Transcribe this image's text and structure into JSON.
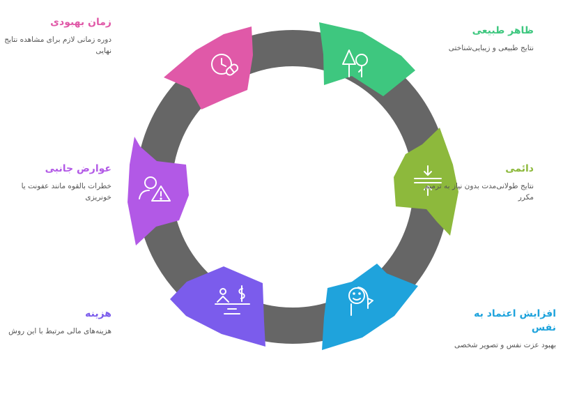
{
  "segments": [
    {
      "id": "natural",
      "title": "ظاهر طبیعی",
      "desc": "نتایج طبیعی و زیبایی‌شناختی",
      "color": "#3ec77f",
      "icon": "trees-icon"
    },
    {
      "id": "permanent",
      "title": "دائمی",
      "desc": "نتایج طولانی‌مدت بدون نیاز به ترمیم مکرر",
      "color": "#8db93c",
      "icon": "compress-icon"
    },
    {
      "id": "confidence",
      "title": "افزایش اعتماد به نفس",
      "desc": "بهبود عزت نفس و تصویر شخصی",
      "color": "#1fa3dc",
      "icon": "head-smile-icon"
    },
    {
      "id": "cost",
      "title": "هزینه",
      "desc": "هزینه‌های مالی مرتبط با این روش",
      "color": "#7b5cec",
      "icon": "scale-dollar-icon"
    },
    {
      "id": "side_effects",
      "title": "عوارض جانبی",
      "desc": "خطرات بالقوه مانند عفونت یا خونریزی",
      "color": "#b259e6",
      "icon": "user-warning-icon"
    },
    {
      "id": "recovery",
      "title": "زمان بهبودی",
      "desc": "دوره زمانی لازم برای مشاهده نتایج نهایی",
      "color": "#e059a8",
      "icon": "clock-pill-icon"
    }
  ],
  "ring_color": "#666666"
}
